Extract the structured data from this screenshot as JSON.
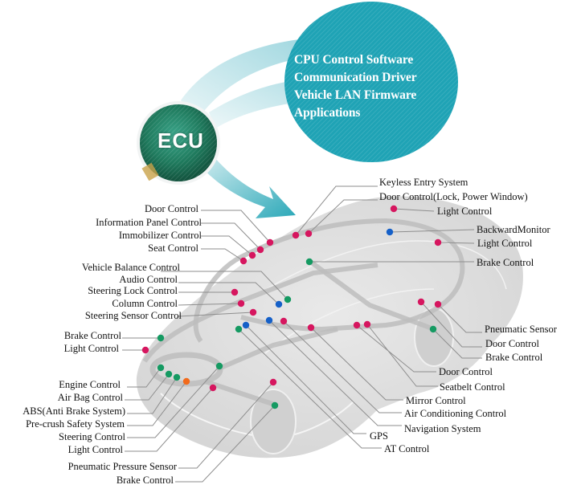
{
  "ecu": {
    "label": "ECU"
  },
  "software_bubble": {
    "lines": [
      "CPU Control Software",
      "Communication Driver",
      "Vehicle LAN Firmware",
      "Applications"
    ],
    "color": "#1fa3b5"
  },
  "dot_colors": {
    "magenta": "#d6165f",
    "green": "#159a62",
    "blue": "#1560c8",
    "orange": "#f26a1b"
  },
  "labels_left": [
    {
      "text": "Door Control"
    },
    {
      "text": "Information Panel Control"
    },
    {
      "text": "Immobilizer Control"
    },
    {
      "text": "Seat Control"
    },
    {
      "text": "Vehicle Balance Control"
    },
    {
      "text": "Audio Control"
    },
    {
      "text": "Steering Lock Control"
    },
    {
      "text": "Column Control"
    },
    {
      "text": "Steering Sensor Control"
    },
    {
      "text": "Brake Control"
    },
    {
      "text": "Light Control"
    },
    {
      "text": "Engine Control"
    },
    {
      "text": "Air Bag Control"
    },
    {
      "text": "ABS(Anti Brake System)"
    },
    {
      "text": "Pre-crush Safety System"
    },
    {
      "text": "Steering Control"
    },
    {
      "text": "Light Control"
    },
    {
      "text": "Pneumatic Pressure Sensor"
    },
    {
      "text": "Brake Control"
    }
  ],
  "labels_right": [
    {
      "text": "Keyless Entry System"
    },
    {
      "text": "Door Control(Lock,  Power Window)"
    },
    {
      "text": "Light Control"
    },
    {
      "text": "BackwardMonitor"
    },
    {
      "text": "Light Control"
    },
    {
      "text": "Brake Control"
    },
    {
      "text": "Pneumatic Sensor"
    },
    {
      "text": "Door Control"
    },
    {
      "text": "Brake Control"
    },
    {
      "text": "Door Control"
    },
    {
      "text": "Seatbelt Control"
    },
    {
      "text": "Mirror Control"
    },
    {
      "text": "Air Conditioning Control"
    },
    {
      "text": "Navigation System"
    },
    {
      "text": "GPS"
    },
    {
      "text": "AT Control"
    }
  ],
  "nodes": [
    {
      "name": "door-control",
      "color": "magenta"
    },
    {
      "name": "information-panel-control",
      "color": "magenta"
    },
    {
      "name": "immobilizer-control",
      "color": "magenta"
    },
    {
      "name": "seat-control",
      "color": "magenta"
    },
    {
      "name": "vehicle-balance-control",
      "color": "green"
    },
    {
      "name": "audio-control",
      "color": "blue"
    },
    {
      "name": "steering-lock-control",
      "color": "magenta"
    },
    {
      "name": "column-control",
      "color": "magenta"
    },
    {
      "name": "steering-sensor-control",
      "color": "magenta"
    },
    {
      "name": "brake-control-front",
      "color": "green"
    },
    {
      "name": "light-control-front",
      "color": "magenta"
    },
    {
      "name": "engine-control",
      "color": "green"
    },
    {
      "name": "air-bag-control",
      "color": "green"
    },
    {
      "name": "abs",
      "color": "green"
    },
    {
      "name": "pre-crush-safety-system",
      "color": "orange"
    },
    {
      "name": "steering-control",
      "color": "green"
    },
    {
      "name": "light-control-front-2",
      "color": "magenta"
    },
    {
      "name": "pneumatic-pressure-sensor",
      "color": "magenta"
    },
    {
      "name": "brake-control-front-wheel",
      "color": "green"
    },
    {
      "name": "keyless-entry-system",
      "color": "magenta"
    },
    {
      "name": "door-control-lock",
      "color": "magenta"
    },
    {
      "name": "light-control-rear",
      "color": "magenta"
    },
    {
      "name": "backward-monitor",
      "color": "blue"
    },
    {
      "name": "light-control-rear-2",
      "color": "magenta"
    },
    {
      "name": "brake-control-rear",
      "color": "green"
    },
    {
      "name": "pneumatic-sensor",
      "color": "magenta"
    },
    {
      "name": "door-control-rear",
      "color": "magenta"
    },
    {
      "name": "brake-control-rear-wheel",
      "color": "green"
    },
    {
      "name": "door-control-side",
      "color": "magenta"
    },
    {
      "name": "seatbelt-control",
      "color": "magenta"
    },
    {
      "name": "mirror-control",
      "color": "magenta"
    },
    {
      "name": "air-conditioning-control",
      "color": "magenta"
    },
    {
      "name": "navigation-system",
      "color": "blue"
    },
    {
      "name": "gps",
      "color": "blue"
    },
    {
      "name": "at-control",
      "color": "green"
    }
  ]
}
